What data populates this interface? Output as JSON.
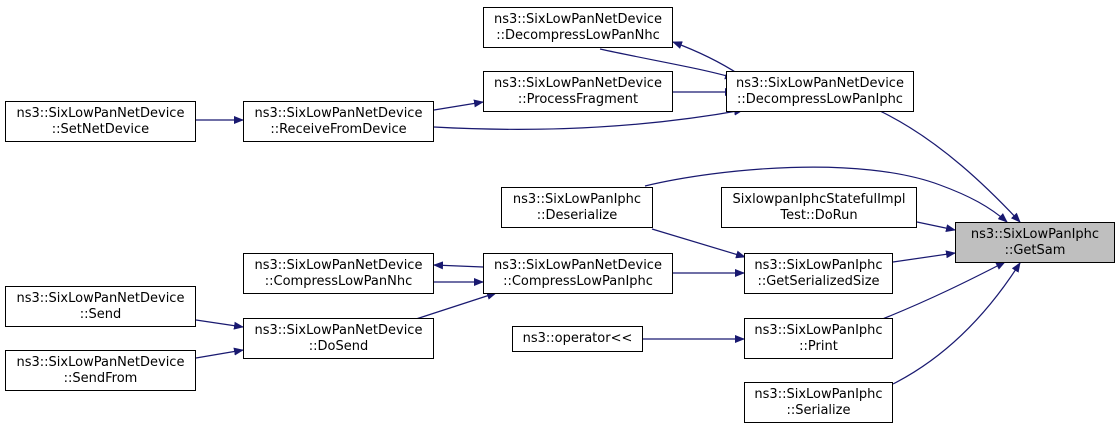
{
  "colors": {
    "edge": "#191970",
    "node_border": "#000000",
    "focus_fill": "#bfbfbf"
  },
  "nodes": {
    "get_sam": {
      "line1": "ns3::SixLowPanIphc",
      "line2": "::GetSam"
    },
    "decompress_lowpan_nhc": {
      "line1": "ns3::SixLowPanNetDevice",
      "line2": "::DecompressLowPanNhc"
    },
    "decompress_lowpan_iphc": {
      "line1": "ns3::SixLowPanNetDevice",
      "line2": "::DecompressLowPanIphc"
    },
    "process_fragment": {
      "line1": "ns3::SixLowPanNetDevice",
      "line2": "::ProcessFragment"
    },
    "receive_from_device": {
      "line1": "ns3::SixLowPanNetDevice",
      "line2": "::ReceiveFromDevice"
    },
    "set_net_device": {
      "line1": "ns3::SixLowPanNetDevice",
      "line2": "::SetNetDevice"
    },
    "deserialize": {
      "line1": "ns3::SixLowPanIphc",
      "line2": "::Deserialize"
    },
    "stateful_test_dorun": {
      "line1": "SixlowpanIphcStatefulImpl",
      "line2": "Test::DoRun"
    },
    "get_serialized_size": {
      "line1": "ns3::SixLowPanIphc",
      "line2": "::GetSerializedSize"
    },
    "compress_lowpan_iphc": {
      "line1": "ns3::SixLowPanNetDevice",
      "line2": "::CompressLowPanIphc"
    },
    "compress_lowpan_nhc": {
      "line1": "ns3::SixLowPanNetDevice",
      "line2": "::CompressLowPanNhc"
    },
    "send": {
      "line1": "ns3::SixLowPanNetDevice",
      "line2": "::Send"
    },
    "do_send": {
      "line1": "ns3::SixLowPanNetDevice",
      "line2": "::DoSend"
    },
    "send_from": {
      "line1": "ns3::SixLowPanNetDevice",
      "line2": "::SendFrom"
    },
    "operator_shift": {
      "line1": "ns3::operator<<"
    },
    "print": {
      "line1": "ns3::SixLowPanIphc",
      "line2": "::Print"
    },
    "serialize": {
      "line1": "ns3::SixLowPanIphc",
      "line2": "::Serialize"
    }
  }
}
